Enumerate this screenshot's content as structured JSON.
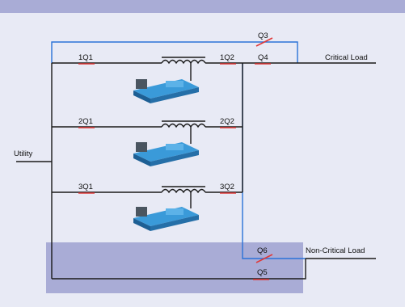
{
  "labels": {
    "utility": "Utility",
    "critical_load": "Critical Load",
    "noncritical_load": "Non-Critical Load"
  },
  "breakers": {
    "q1_1": "1Q1",
    "q1_2": "1Q2",
    "q2_1": "2Q1",
    "q2_2": "2Q2",
    "q3_1": "3Q1",
    "q3_2": "3Q2",
    "q3": "Q3",
    "q4": "Q4",
    "q5": "Q5",
    "q6": "Q6"
  },
  "colors": {
    "background": "#e8eaf5",
    "top_band": "#a9acd6",
    "noncritical_zone": "#a9acd6",
    "wire": "#1a1a1a",
    "bypass_wire": "#2a72d8",
    "breaker": "#e03a3a",
    "ups_unit": "#2e86c9"
  },
  "ups_units": [
    {
      "name": "ups-unit-1"
    },
    {
      "name": "ups-unit-2"
    },
    {
      "name": "ups-unit-3"
    }
  ]
}
